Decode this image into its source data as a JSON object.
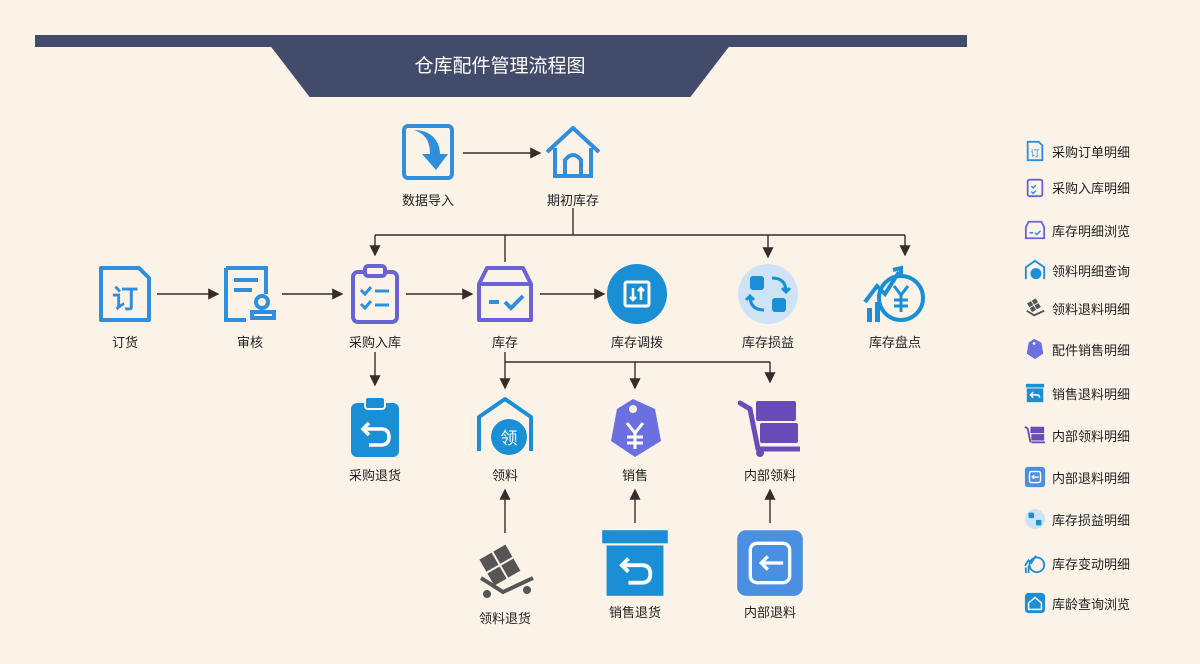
{
  "title": "仓库配件管理流程图",
  "colors": {
    "header": "#434b6a",
    "line": "#3a2a2a",
    "blue": "#2f8fdc",
    "purple": "#6a63d6",
    "background": "#fbf3e8"
  },
  "nodes": {
    "data_import": {
      "label": "数据导入",
      "icon": "arrow-down-right-icon"
    },
    "opening_stock": {
      "label": "期初库存",
      "icon": "house-icon"
    },
    "order": {
      "label": "订货",
      "icon": "order-doc-icon"
    },
    "review": {
      "label": "审核",
      "icon": "approval-stamp-icon"
    },
    "purchase_in": {
      "label": "采购入库",
      "icon": "clipboard-check-icon"
    },
    "inventory": {
      "label": "库存",
      "icon": "inbox-tray-icon"
    },
    "transfer": {
      "label": "库存调拨",
      "icon": "transfer-circle-icon"
    },
    "profit_loss": {
      "label": "库存损益",
      "icon": "exchange-cycle-icon"
    },
    "stocktake": {
      "label": "库存盘点",
      "icon": "yuan-growth-icon"
    },
    "purchase_return": {
      "label": "采购退货",
      "icon": "clipboard-return-icon"
    },
    "requisition": {
      "label": "领料",
      "icon": "requisition-home-icon"
    },
    "sales": {
      "label": "销售",
      "icon": "price-tag-icon"
    },
    "internal_req": {
      "label": "内部领料",
      "icon": "hand-truck-icon"
    },
    "req_return": {
      "label": "领料退货",
      "icon": "cart-boxes-icon"
    },
    "sales_return": {
      "label": "销售退货",
      "icon": "box-return-icon"
    },
    "internal_return": {
      "label": "内部退料",
      "icon": "exit-square-icon"
    }
  },
  "legend": [
    {
      "label": "采购订单明细",
      "icon": "order-doc-icon"
    },
    {
      "label": "采购入库明细",
      "icon": "clipboard-check-icon"
    },
    {
      "label": "库存明细浏览",
      "icon": "inbox-tray-icon"
    },
    {
      "label": "领料明细查询",
      "icon": "requisition-home-icon"
    },
    {
      "label": "领料退料明细",
      "icon": "cart-boxes-icon"
    },
    {
      "label": "配件销售明细",
      "icon": "price-tag-icon"
    },
    {
      "label": "销售退料明细",
      "icon": "box-return-icon"
    },
    {
      "label": "内部领料明细",
      "icon": "hand-truck-icon"
    },
    {
      "label": "内部退料明细",
      "icon": "exit-square-icon"
    },
    {
      "label": "库存损益明细",
      "icon": "exchange-cycle-icon"
    },
    {
      "label": "库存变动明细",
      "icon": "yuan-growth-icon"
    },
    {
      "label": "库龄查询浏览",
      "icon": "house-icon"
    }
  ]
}
